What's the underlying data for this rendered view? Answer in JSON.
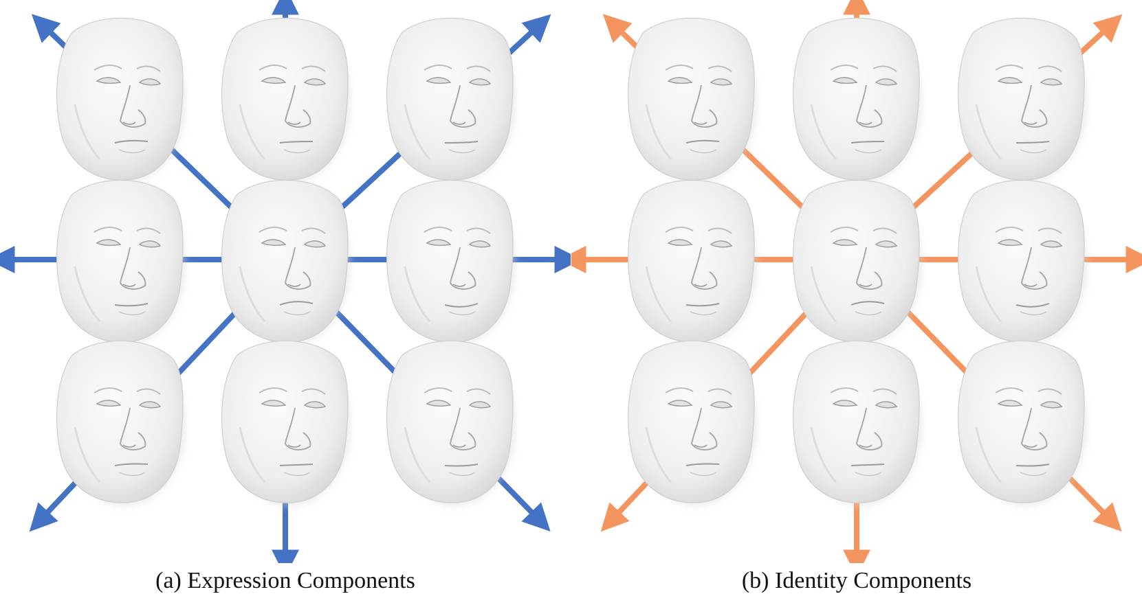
{
  "colors": {
    "expression_arrow": "#4472C4",
    "identity_arrow": "#F4955F",
    "face_fill": "#eeeeee",
    "background": "#ffffff"
  },
  "panels": [
    {
      "id": "expression",
      "caption": "(a) Expression Components",
      "arrow_color_key": "expression_arrow",
      "directions": [
        "up-left",
        "up",
        "up-right",
        "left",
        "right",
        "down-left",
        "down",
        "down-right"
      ],
      "face_grid": {
        "rows": 3,
        "cols": 3,
        "center": "neutral face"
      }
    },
    {
      "id": "identity",
      "caption": "(b) Identity Components",
      "arrow_color_key": "identity_arrow",
      "directions": [
        "up-left",
        "up",
        "up-right",
        "left",
        "right",
        "down-left",
        "down",
        "down-right"
      ],
      "face_grid": {
        "rows": 3,
        "cols": 3,
        "center": "neutral face"
      }
    }
  ]
}
